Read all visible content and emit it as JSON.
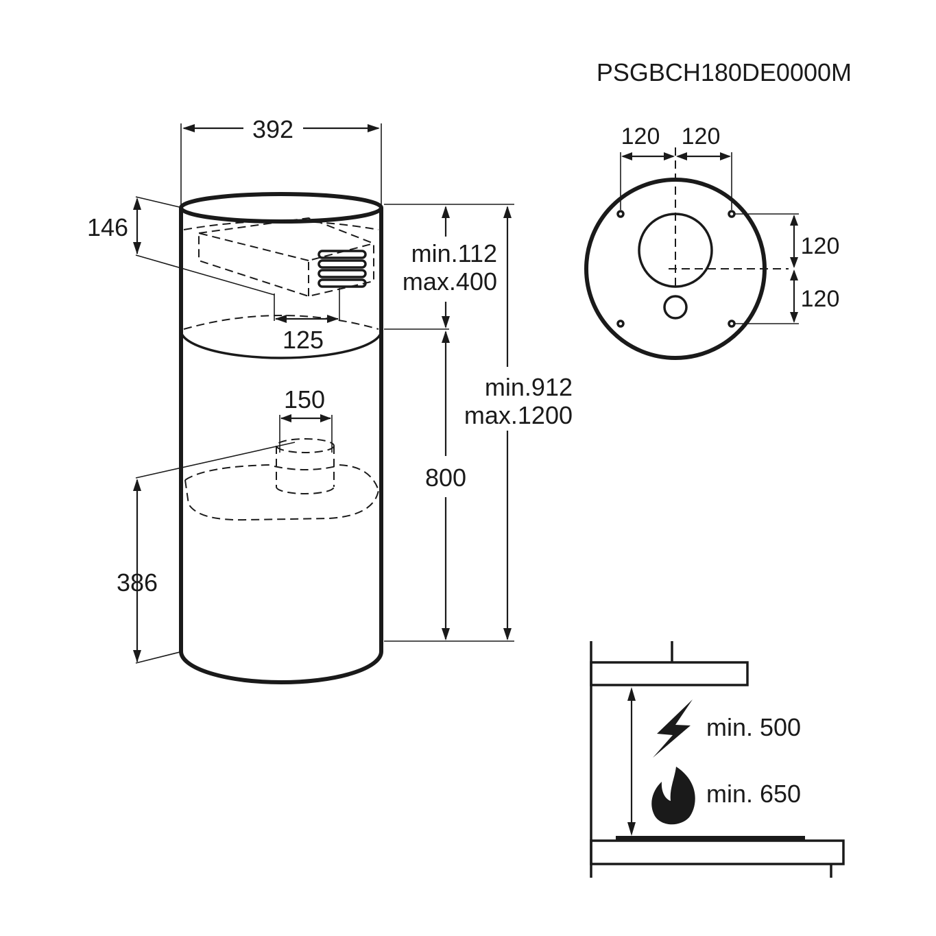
{
  "model_code": "PSGBCH180DE0000M",
  "dimensions": {
    "width_392": "392",
    "height_146": "146",
    "outlet_125": "125",
    "outlet_150": "150",
    "height_386": "386",
    "chimney_min": "min.112",
    "chimney_max": "max.400",
    "body_800": "800",
    "total_min": "min.912",
    "total_max": "max.1200"
  },
  "top_view": {
    "left_120": "120",
    "right_120": "120",
    "upper_120": "120",
    "lower_120": "120"
  },
  "clearance": {
    "electric_label": "min. 500",
    "gas_label": "min. 650",
    "electric_icon": "lightning-bolt-icon",
    "gas_icon": "flame-icon"
  }
}
